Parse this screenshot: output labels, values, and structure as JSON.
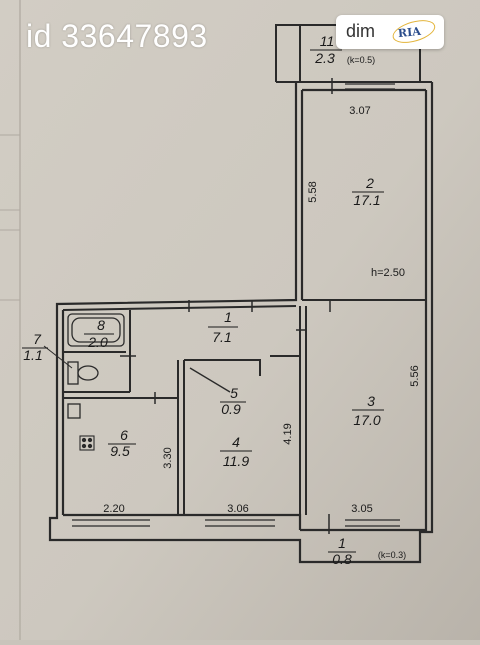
{
  "listing": {
    "id_label": "id 33647893"
  },
  "brand": {
    "name": "dim",
    "mark": "RIA"
  },
  "rooms": [
    {
      "num": "1",
      "area": "7.1"
    },
    {
      "num": "2",
      "area": "17.1"
    },
    {
      "num": "3",
      "area": "17.0"
    },
    {
      "num": "4",
      "area": "11.9"
    },
    {
      "num": "5",
      "area": "0.9"
    },
    {
      "num": "6",
      "area": "9.5"
    },
    {
      "num": "7",
      "area": "1.1"
    },
    {
      "num": "8",
      "area": "2.0"
    }
  ],
  "balconies": [
    {
      "num": "11",
      "area": "2.3",
      "coef": "(k=0.5)"
    },
    {
      "num": "1",
      "area": "0.8",
      "coef": "(k=0.3)"
    }
  ],
  "dimensions": {
    "top_width": "3.07",
    "room2_height": "5.58",
    "ceiling_height": "h=2.50",
    "room3_height": "5.56",
    "room4_height": "4.19",
    "room6_height": "3.30",
    "bottom_left": "2.20",
    "bottom_mid": "3.06",
    "bottom_right": "3.05"
  }
}
